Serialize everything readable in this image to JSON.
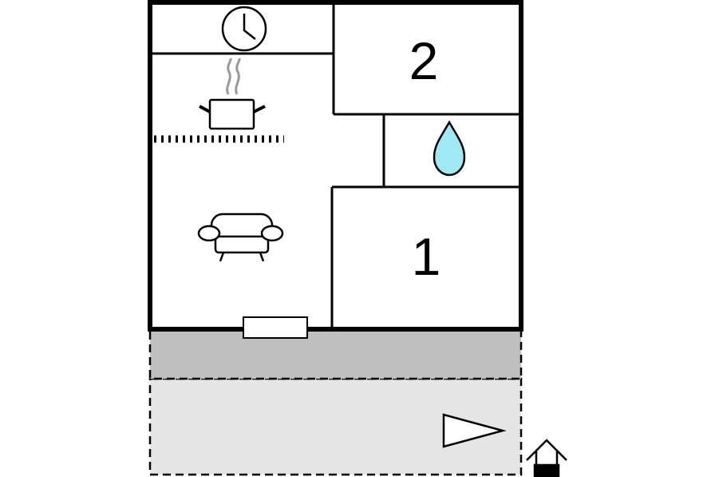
{
  "floorplan": {
    "rooms": [
      {
        "id": "bedroom-2",
        "label": "2"
      },
      {
        "id": "bedroom-1",
        "label": "1"
      }
    ],
    "icons": [
      "clock-icon",
      "cooking-pot-icon",
      "sofa-icon",
      "water-drop-icon",
      "direction-arrow-icon",
      "well-icon"
    ],
    "colors": {
      "walls": "#000000",
      "terrace": "#c0c0c0",
      "garden": "#e5e5e5",
      "water": "#9ee9f3"
    }
  }
}
